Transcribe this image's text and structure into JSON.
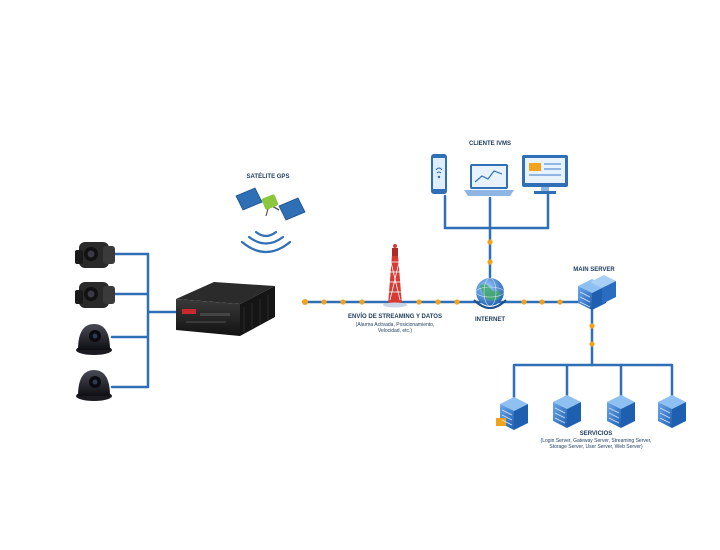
{
  "labels": {
    "satellite_gps": "SATÉLITE GPS",
    "cliente_ivms": "CLIENTE IVMS",
    "main_server": "MAIN SERVER",
    "envio_title": "ENVÍO DE STREAMING Y DATOS",
    "envio_sub_1": "(Alarma Activada, Posicionamiento,",
    "envio_sub_2": "Velocidad, etc.)",
    "internet": "INTERNET",
    "servicios_title": "SERVICIOS",
    "servicios_sub_1": "(Login Server, Gateway Server, Streaming Server,",
    "servicios_sub_2": "Storage Server, User Server, Web Server)"
  },
  "colors": {
    "line": "#2f6fb5",
    "dot": "#f2a31c",
    "device": "#1f1f1f",
    "server": "#3b7bd1",
    "label": "#1b3a5c"
  },
  "icons": {
    "cameras": [
      "side-camera-icon",
      "side-camera-icon",
      "dome-camera-icon",
      "dome-camera-icon"
    ],
    "recorder": "mobile-dvr-icon",
    "satellite": "satellite-icon",
    "tower": "transmission-tower-icon",
    "internet": "globe-icon",
    "clients": [
      "smartphone-icon",
      "laptop-icon",
      "desktop-monitor-icon"
    ],
    "main_server": "server-rack-icon",
    "services": [
      "server-rack-icon",
      "server-rack-icon",
      "server-rack-icon",
      "server-rack-icon"
    ]
  }
}
